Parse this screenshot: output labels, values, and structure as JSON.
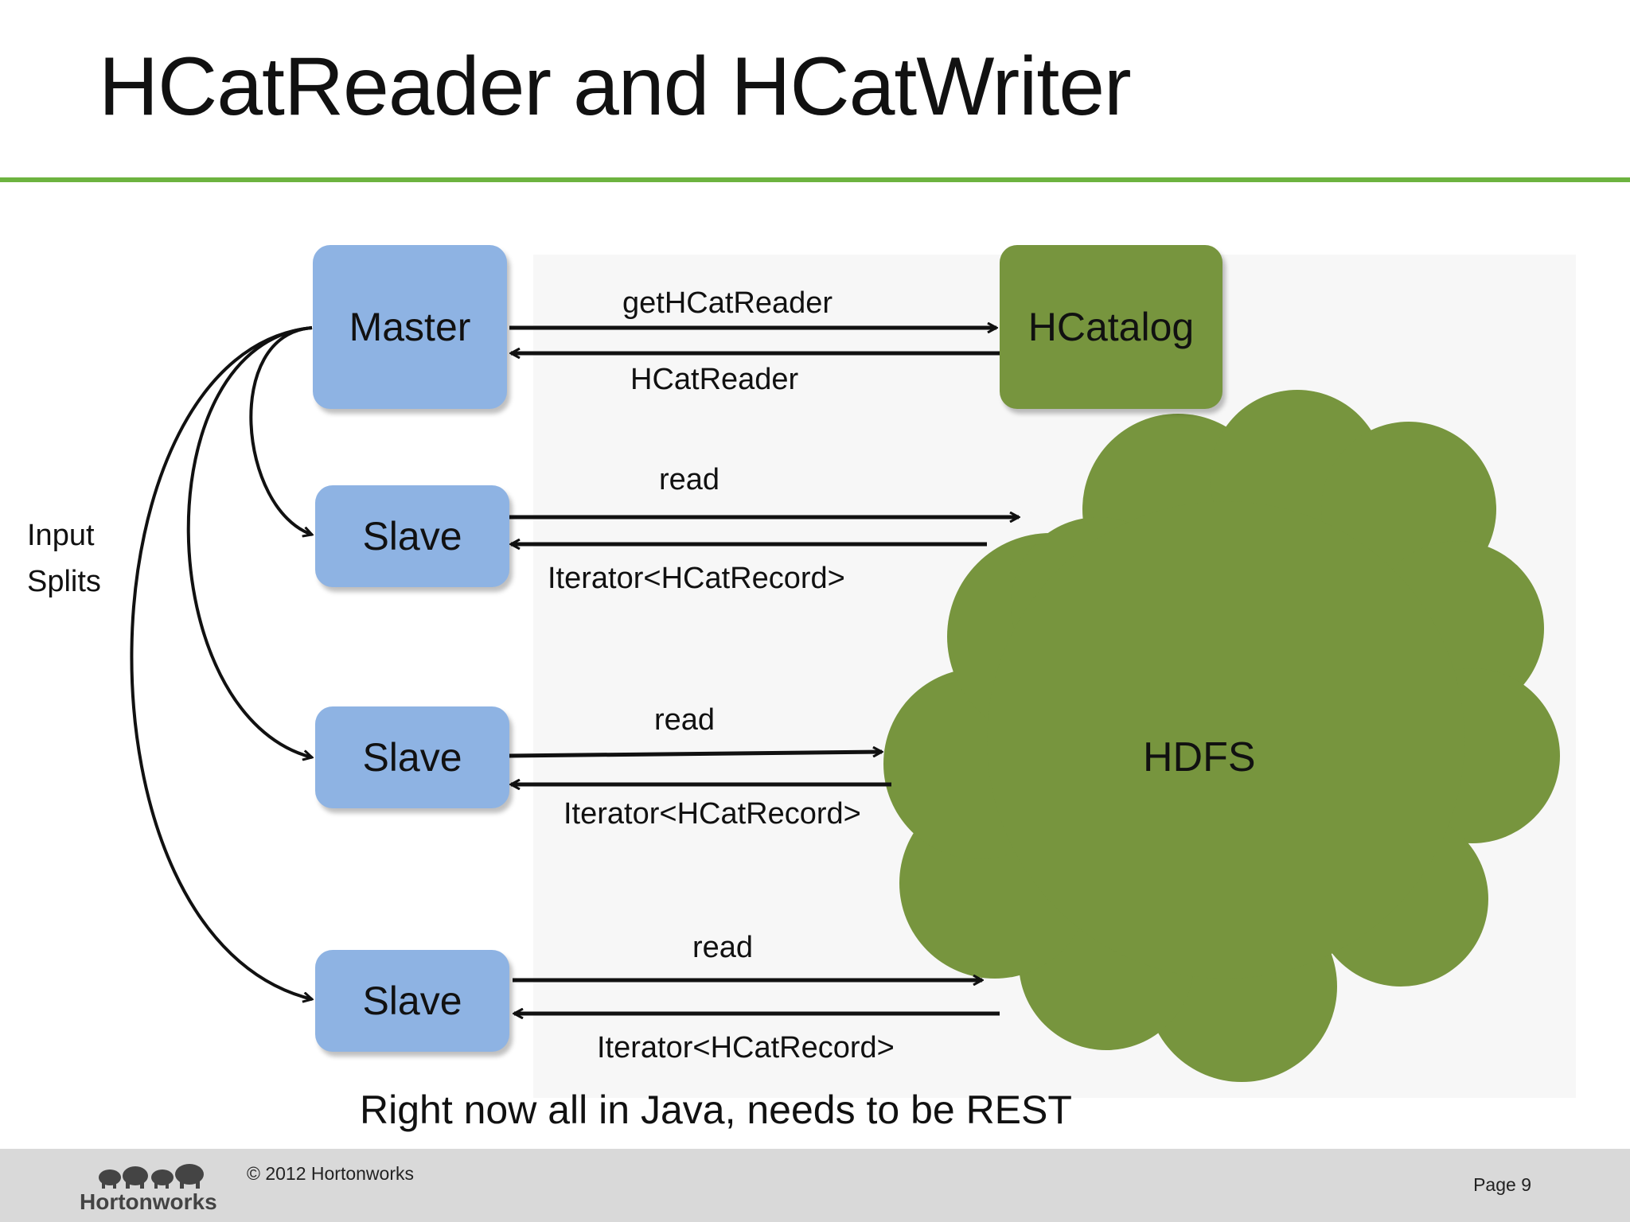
{
  "title": "HCatReader and HCatWriter",
  "nodes": {
    "master": "Master",
    "hcatalog": "HCatalog",
    "slave1": "Slave",
    "slave2": "Slave",
    "slave3": "Slave",
    "hdfs": "HDFS"
  },
  "edges": {
    "get_reader": "getHCatReader",
    "reader_return": "HCatReader",
    "read1": "read",
    "iter1": "Iterator<HCatRecord>",
    "read2": "read",
    "iter2": "Iterator<HCatRecord>",
    "read3": "read",
    "iter3": "Iterator<HCatRecord>"
  },
  "input_splits": [
    "Input",
    "Splits"
  ],
  "footnote": "Right now all in Java, needs to be REST",
  "footer": {
    "copyright": "© 2012 Hortonworks",
    "page": "Page 9",
    "logo": "Hortonworks"
  },
  "colors": {
    "accent_rule": "#6db33f",
    "node_blue": "#8eb3e3",
    "node_green": "#77953e"
  }
}
